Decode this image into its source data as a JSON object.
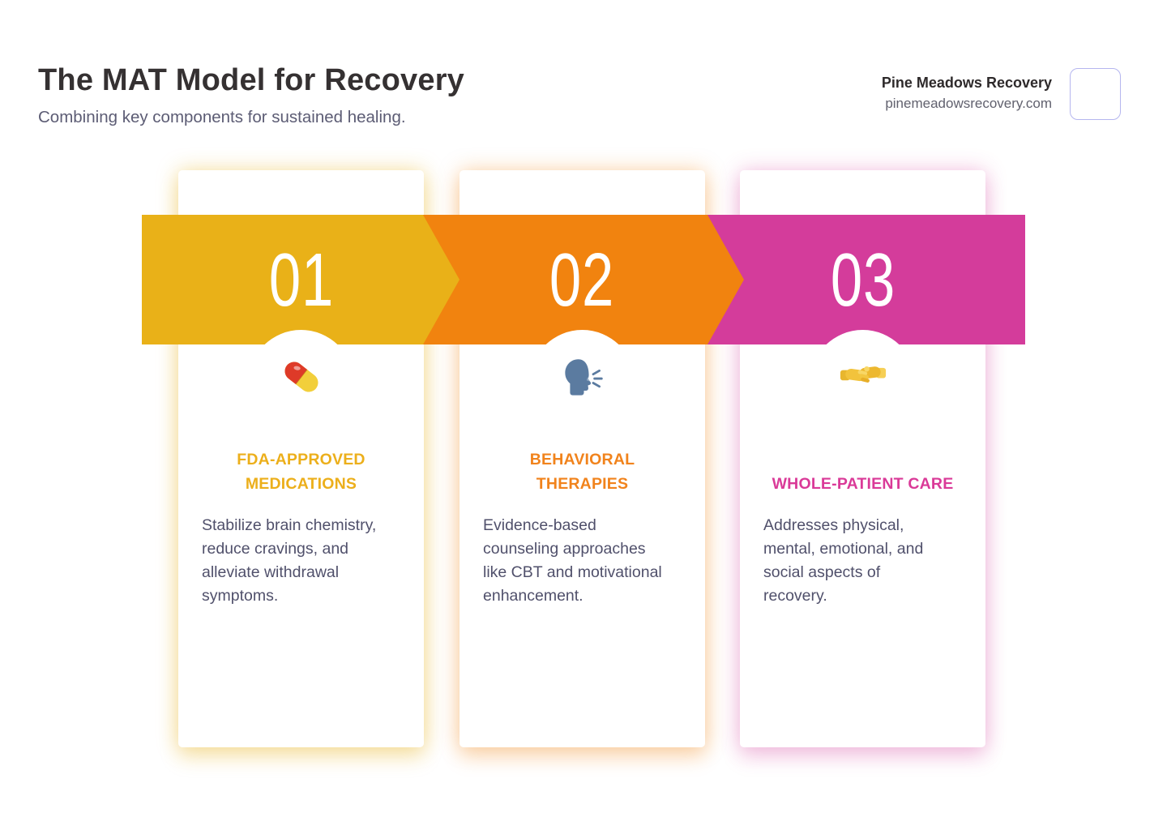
{
  "header": {
    "title": "The MAT Model for Recovery",
    "subtitle": "Combining key components for sustained healing."
  },
  "brand": {
    "name": "Pine Meadows Recovery",
    "website": "pinemeadowsrecovery.com"
  },
  "banner": {
    "number_color": "#ffffff"
  },
  "steps": [
    {
      "number": "01",
      "title": "FDA-APPROVED\nMEDICATIONS",
      "description": "Stabilize brain chemistry,\nreduce cravings, and\nalleviate withdrawal\nsymptoms.",
      "icon": "pill-icon",
      "accent": "#E9B118",
      "title_color": "#ECAF1B"
    },
    {
      "number": "02",
      "title": "BEHAVIORAL\nTHERAPIES",
      "description": "Evidence-based\ncounseling approaches\nlike CBT and motivational\nenhancement.",
      "icon": "speaking-head-icon",
      "accent": "#F1830F",
      "title_color": "#F1831C"
    },
    {
      "number": "03",
      "title": "WHOLE-PATIENT CARE",
      "description": "Addresses physical,\nmental, emotional, and\nsocial aspects of\nrecovery.",
      "icon": "handshake-icon",
      "accent": "#D43C9B",
      "title_color": "#DA3A98"
    }
  ]
}
